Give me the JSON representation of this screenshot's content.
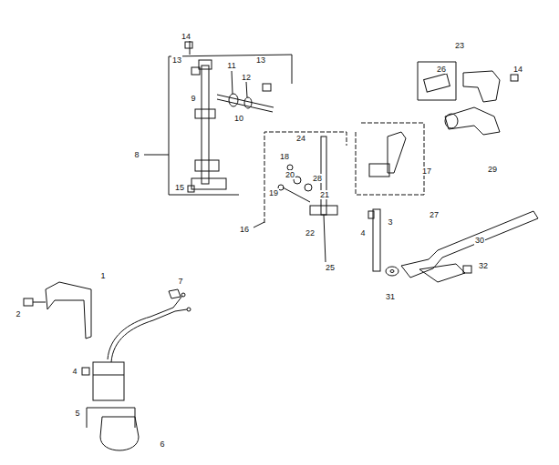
{
  "diagram": {
    "labels": [
      "14",
      "13",
      "11",
      "13",
      "12",
      "9",
      "10",
      "8",
      "15",
      "23",
      "26",
      "14",
      "24",
      "18",
      "20",
      "28",
      "19",
      "21",
      "16",
      "22",
      "27",
      "17",
      "29",
      "30",
      "3",
      "4",
      "25",
      "31",
      "32",
      "1",
      "7",
      "2",
      "4",
      "5",
      "6"
    ]
  }
}
